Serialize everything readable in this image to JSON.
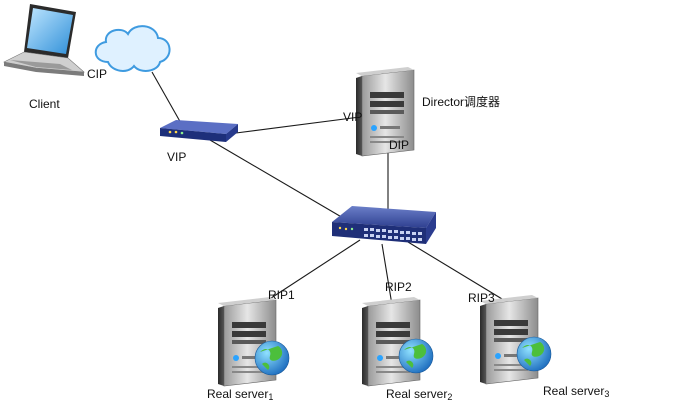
{
  "client": {
    "label": "Client",
    "ip_label": "CIP"
  },
  "router": {
    "ip_label": "VIP"
  },
  "director": {
    "label": "Director调度器",
    "vip_label": "VIP",
    "dip_label": "DIP"
  },
  "real_servers": [
    {
      "name": "Real  server",
      "index": "1",
      "ip_label": "RIP1"
    },
    {
      "name": "Real  server",
      "index": "2",
      "ip_label": "RIP2"
    },
    {
      "name": "Real  server",
      "index": "3",
      "ip_label": "RIP3"
    }
  ],
  "icons": {
    "client": "laptop-icon",
    "cloud": "cloud-icon",
    "router": "router-icon",
    "director": "server-icon",
    "switch": "switch-icon",
    "real_server": "server-with-globe-icon"
  }
}
